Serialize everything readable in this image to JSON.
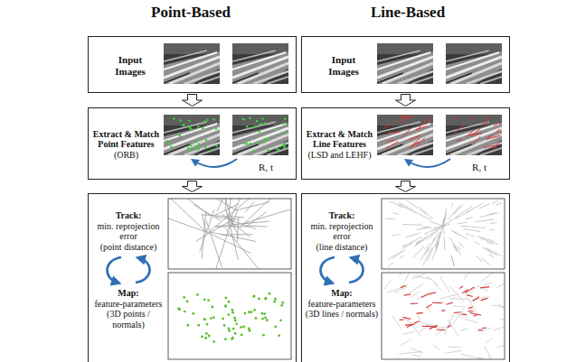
{
  "diagram": {
    "nodes": [
      {
        "text": [
          "Input Images"
        ]
      },
      {
        "text": [
          "Extract & Match Point Features",
          "(ORB)"
        ]
      },
      {
        "text": [
          "Track:",
          "min. reprojection error",
          "(point distance)",
          "Map:",
          "feature-parameters",
          "(3D points / normals)"
        ]
      },
      {
        "text": [
          "Input Images"
        ]
      },
      {
        "text": [
          "Extract & Match Line Features",
          "(LSD and LEHF)"
        ]
      },
      {
        "text": [
          "Track:",
          "min. reprojection error",
          "(line distance)",
          "Map:",
          "feature-parameters",
          "(3D lines / normals)"
        ]
      }
    ],
    "edges": [
      {
        "from": 0,
        "to": 1,
        "arrow": "to"
      },
      {
        "from": 1,
        "to": 2,
        "arrow": "to"
      },
      {
        "from": 3,
        "to": 4,
        "arrow": "to"
      },
      {
        "from": 4,
        "to": 5,
        "arrow": "to"
      }
    ],
    "labels": [
      "Point-Based",
      "Line-Based",
      "R, t",
      "R, t"
    ]
  }
}
